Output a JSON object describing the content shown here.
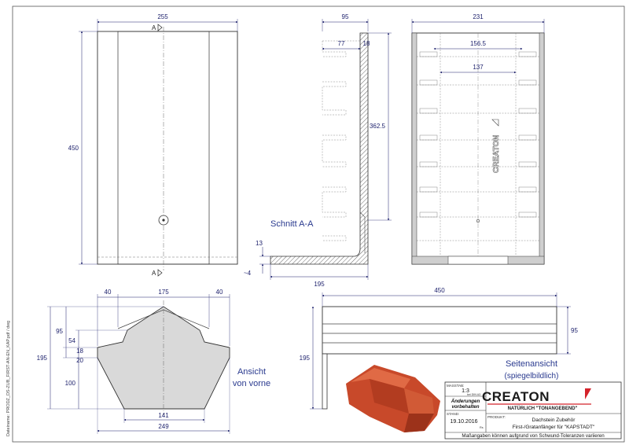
{
  "left_margin_text": "Dateiname: PRODZ_DS-ZUB_FIRST-AN-EN_KAP.pdf / dwg",
  "front_top_view": {
    "width_dim": "255",
    "height_dim": "450",
    "section_marker_top": "A",
    "section_marker_bottom": "A"
  },
  "section_view": {
    "label": "Schnitt A-A",
    "dim_top": "95",
    "dim_77": "77",
    "dim_18": "18",
    "dim_362": "362.5",
    "dim_13": "13",
    "dim_4": "~4",
    "dim_195": "195"
  },
  "back_view": {
    "dim_231": "231",
    "dim_156": "156.5",
    "dim_137": "137",
    "logo_text": "CREATON"
  },
  "front_elevation": {
    "label_line1": "Ansicht",
    "label_line2": "von vorne",
    "dim_40_left": "40",
    "dim_175": "175",
    "dim_40_right": "40",
    "dim_95": "95",
    "dim_54": "54",
    "dim_18": "18",
    "dim_20": "20",
    "dim_195": "195",
    "dim_100": "100",
    "dim_141": "141",
    "dim_249": "249"
  },
  "side_view": {
    "label_line1": "Seitenansicht",
    "label_line2": "(spiegelbildlich)",
    "dim_450": "450",
    "dim_95": "95",
    "dim_195": "195"
  },
  "title_block": {
    "massstab_label": "MASSTAB:",
    "massstab_value": "1:3",
    "massstab_note": "bei DIN A3",
    "aenderungen_line1": "Änderungen",
    "aenderungen_line2": "vorbehalten",
    "stand_label": "STAND:",
    "stand_value": "19.10.2016",
    "stand_suffix": "Rs",
    "brand": "CREATON",
    "brand_tagline": "NATÜRLICH \"TONANGEBEND\"",
    "produkt_label": "PRODUKT:",
    "produkt_line1": "Dachstein Zubehör",
    "produkt_line2": "First-/Gratanfänger  für \"KAPSTADT\"",
    "footer": "Maßangaben können aufgrund von Schwund-Toleranzen variieren"
  },
  "colors": {
    "line": "#3a3a3a",
    "dimension": "#1b1f6b",
    "fill_gray": "#d9d9d9",
    "tile_red": "#c8492a",
    "brand_red": "#d4232b"
  }
}
